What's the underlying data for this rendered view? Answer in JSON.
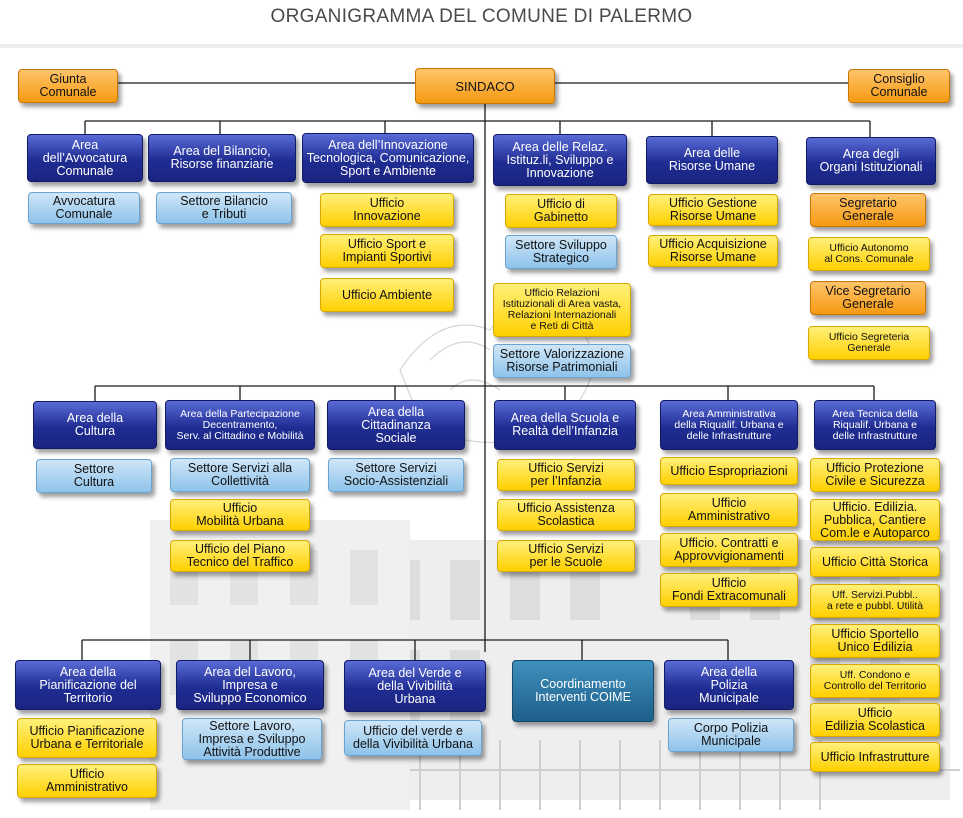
{
  "title": "ORGANIGRAMMA DEL COMUNE DI PALERMO",
  "colors": {
    "blue": "#1f2d93",
    "light": "#8ec3ea",
    "yellow": "#ffd000",
    "orange": "#f59a12",
    "teal": "#1d5f8a"
  },
  "top": {
    "sindaco": "SINDACO",
    "giunta": "Giunta\nComunale",
    "consiglio": "Consiglio\nComunale"
  },
  "row1": [
    {
      "area": "Area\ndell’Avvocatura\nComunale",
      "children": [
        "Avvocatura\nComunale"
      ]
    },
    {
      "area": "Area del Bilancio,\nRisorse finanziarie",
      "children": [
        "Settore Bilancio\ne Tributi"
      ]
    },
    {
      "area": "Area dell’Innovazione\nTecnologica, Comunicazione,\nSport e Ambiente",
      "children": [
        "Ufficio\nInnovazione",
        "Ufficio Sport e\nImpianti Sportivi",
        "Ufficio Ambiente"
      ]
    },
    {
      "area": "Area delle Relaz.\nIstituz.li, Sviluppo e\nInnovazione",
      "children": [
        "Ufficio di\nGabinetto",
        "Settore Sviluppo\nStrategico",
        "Ufficio Relazioni\nIstituzionali di Area vasta,\nRelazioni Internazionali\ne Reti di Città",
        "Settore Valorizzazione\nRisorse Patrimoniali"
      ]
    },
    {
      "area": "Area delle\nRisorse Umane",
      "children": [
        "Ufficio Gestione\nRisorse Umane",
        "Ufficio Acquisizione\nRisorse Umane"
      ]
    },
    {
      "area": "Area degli\nOrgani Istituzionali",
      "children": [
        "Segretario\nGenerale",
        "Ufficio Autonomo\nal Cons. Comunale",
        "Vice Segretario\nGenerale",
        "Ufficio Segreteria\nGenerale"
      ]
    }
  ],
  "row2": [
    {
      "area": "Area della\nCultura",
      "children": [
        "Settore\nCultura"
      ]
    },
    {
      "area": "Area della Partecipazione\nDecentramento,\nServ. al Cittadino e Mobilità",
      "children": [
        "Settore Servizi alla\nCollettività",
        "Ufficio\nMobilità Urbana",
        "Ufficio del Piano\nTecnico del Traffico"
      ]
    },
    {
      "area": "Area della\nCittadinanza\nSociale",
      "children": [
        "Settore Servizi\nSocio-Assistenziali"
      ]
    },
    {
      "area": "Area della Scuola e\nRealtà dell’Infanzia",
      "children": [
        "Ufficio Servizi\nper l’Infanzia",
        "Ufficio Assistenza\nScolastica",
        "Ufficio Servizi\nper le Scuole"
      ]
    },
    {
      "area": "Area Amministrativa\ndella Riqualif. Urbana e\ndelle Infrastrutture",
      "children": [
        "Ufficio Espropriazioni",
        "Ufficio\nAmministrativo",
        "Ufficio. Contratti e\nApprovvigionamenti",
        "Ufficio\nFondi Extracomunali"
      ]
    },
    {
      "area": "Area Tecnica della\nRiqualif. Urbana e\ndelle Infrastrutture",
      "children": [
        "Ufficio Protezione\nCivile e Sicurezza",
        "Ufficio. Edilizia.\nPubblica, Cantiere\nCom.le e Autoparco",
        "Ufficio Città Storica",
        "Uff. Servizi.Pubbl..\na rete e pubbl. Utilità",
        "Ufficio Sportello\nUnico Edilizia",
        "Uff. Condono e\nControllo del Territorio",
        "Ufficio\nEdilizia Scolastica",
        "Ufficio Infrastrutture"
      ]
    }
  ],
  "row3": [
    {
      "area": "Area della\nPianificazione del\nTerritorio",
      "children": [
        "Ufficio Pianificazione\nUrbana e Territoriale",
        "Ufficio\nAmministrativo"
      ]
    },
    {
      "area": "Area del Lavoro,\nImpresa e\nSviluppo Economico",
      "children": [
        "Settore Lavoro,\nImpresa e Sviluppo\nAttività Produttive"
      ]
    },
    {
      "area": "Area del Verde e\ndella Vivibilità\nUrbana",
      "children": [
        "Ufficio del verde e\ndella Vivibilità Urbana"
      ]
    },
    {
      "area": "Coordinamento\nInterventi COIME",
      "children": []
    },
    {
      "area": "Area della\nPolizia\nMunicipale",
      "children": [
        "Corpo Polizia\nMunicipale"
      ]
    }
  ]
}
